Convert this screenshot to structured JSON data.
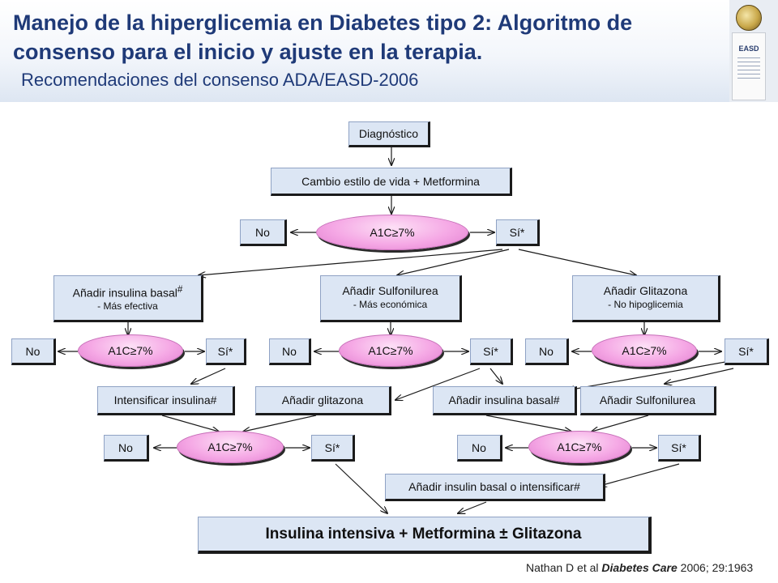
{
  "header": {
    "title": "Manejo de la hiperglicemia en Diabetes tipo 2: Algoritmo de consenso para el inicio y ajuste en la terapia.",
    "subtitle": "Recomendaciones del consenso ADA/EASD-2006",
    "logo_text": "EASD"
  },
  "flow": {
    "diagnostico": "Diagnóstico",
    "cambio": "Cambio estilo de vida + Metformina",
    "a1c_label": "A1C≥7%",
    "no_label": "No",
    "si_label": "Sí*",
    "insulina_basal": {
      "title": "Añadir insulina basal",
      "mark": "#",
      "sub": "- Más efectiva"
    },
    "sulfonilurea": {
      "title": "Añadir Sulfonilurea",
      "sub": "- Más económica"
    },
    "glitazona": {
      "title": "Añadir Glitazona",
      "sub": "- No hipoglicemia"
    },
    "intensificar": "Intensificar insulina#",
    "anadir_glitazona": "Añadir glitazona",
    "anadir_insulina_basal": "Añadir insulina basal#",
    "anadir_sulfonilurea": "Añadir Sulfonilurea",
    "basal_o_intensificar": "Añadir insulin basal o intensificar#",
    "final": "Insulina intensiva + Metformina ± Glitazona"
  },
  "citation": {
    "authors": "Nathan D et al ",
    "journal": "Diabetes Care",
    "ref": " 2006; 29:1963"
  }
}
